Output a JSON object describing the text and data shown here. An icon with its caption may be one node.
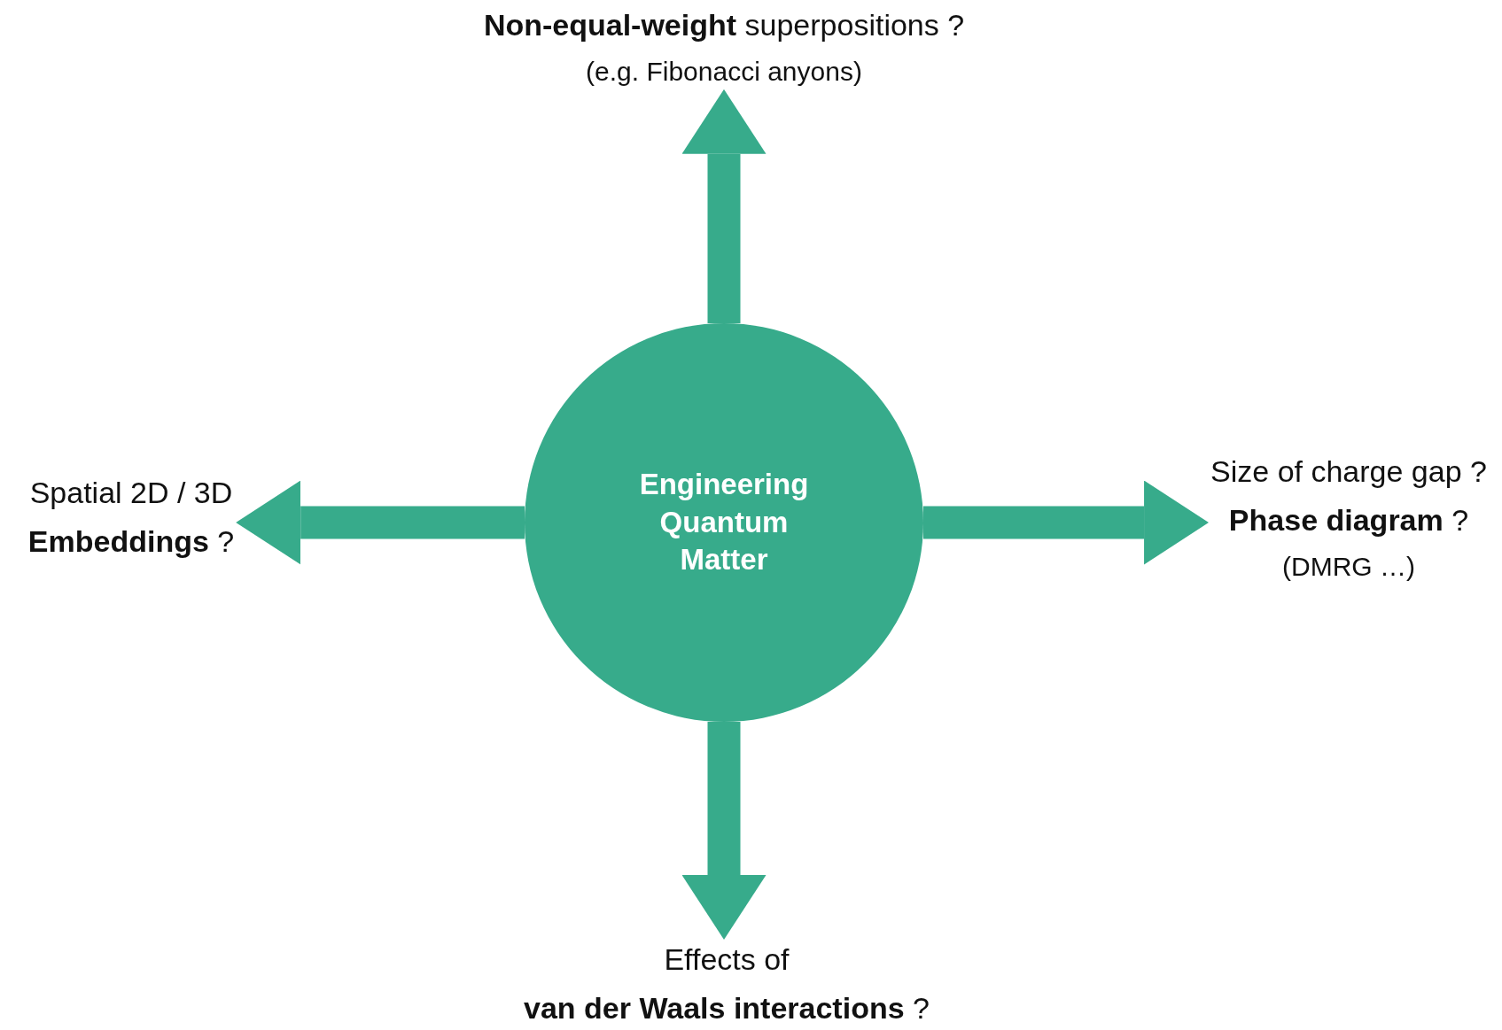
{
  "diagram": {
    "nodes": [
      {
        "text": [
          "**Non-equal-weight** superpositions ?",
          "(e.g. Fibonacci anyons)"
        ]
      },
      {
        "text": [
          "Spatial 2D / 3D",
          "**Embeddings** ?"
        ]
      },
      {
        "text": [
          "Engineering Quantum Matter"
        ]
      },
      {
        "text": [
          "Size of charge gap ?",
          "**Phase diagram** ?",
          "(DMRG …)"
        ]
      },
      {
        "text": [
          "Effects of",
          "**van der Waals interactions** ?"
        ]
      }
    ],
    "edges": [
      {
        "from": 2,
        "to": 0,
        "arrow": "to"
      },
      {
        "from": 2,
        "to": 1,
        "arrow": "to"
      },
      {
        "from": 2,
        "to": 3,
        "arrow": "to"
      },
      {
        "from": 2,
        "to": 4,
        "arrow": "to"
      }
    ]
  }
}
